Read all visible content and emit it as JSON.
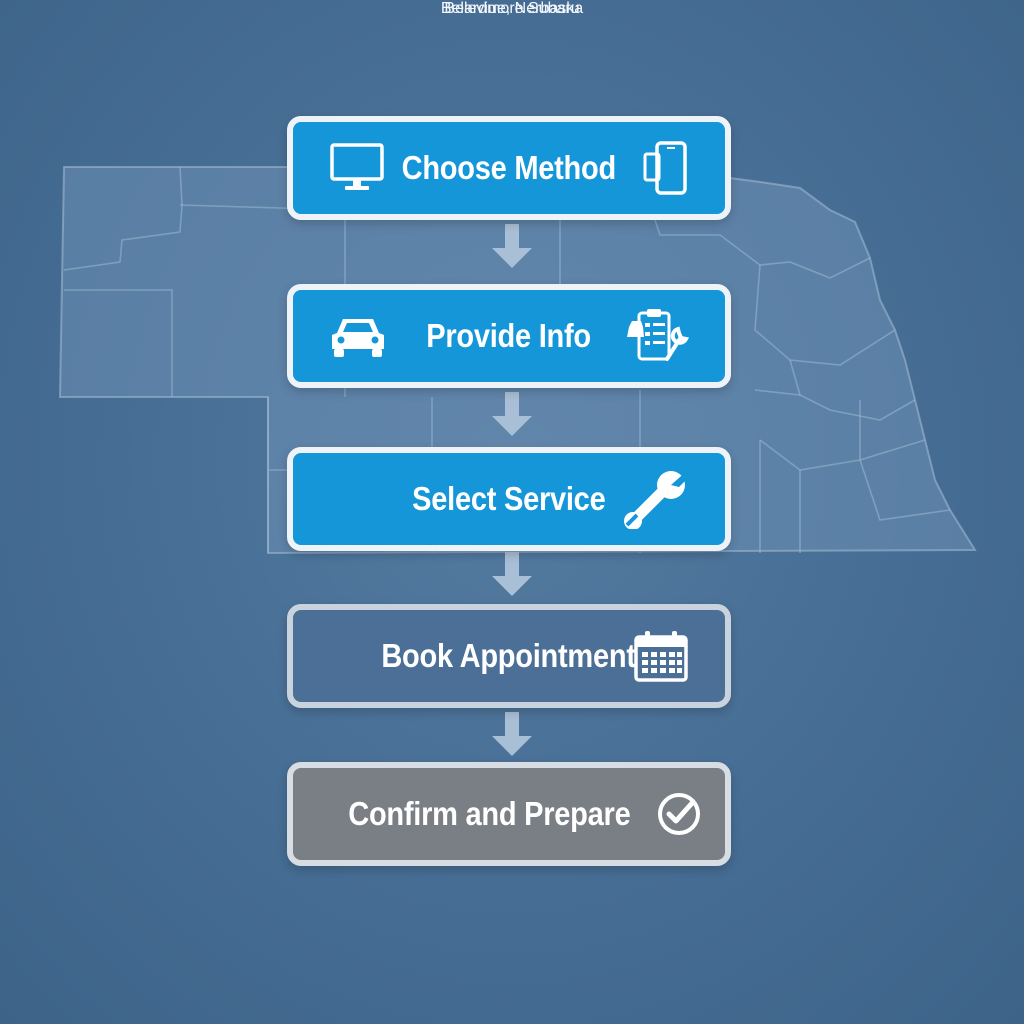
{
  "steps": [
    {
      "label": "Choose Method",
      "state": "active",
      "icons": [
        "desktop-monitor-icon",
        "mobile-phone-icon"
      ]
    },
    {
      "label": "Provide Info",
      "state": "active",
      "icons": [
        "car-icon",
        "clipboard-wrench-icon"
      ]
    },
    {
      "label": "Select Service",
      "state": "active",
      "icons": [
        "wrench-icon"
      ]
    },
    {
      "label": "Book Appointment",
      "state": "pending",
      "icons": [
        "calendar-icon"
      ]
    },
    {
      "label": "Confirm and Prepare",
      "state": "final",
      "icons": [
        "checkmark-circle-icon"
      ]
    }
  ],
  "footer": {
    "dealer_name": "Beardmore Subaru",
    "location": "Belleviue, Nerbaska"
  },
  "background_map": "nebraska-county-map",
  "colors": {
    "background": "#466d94",
    "active_step": "#1496d9",
    "pending_step": "#4b6f96",
    "final_step": "#7a7f85",
    "border": "#eef3f8"
  }
}
